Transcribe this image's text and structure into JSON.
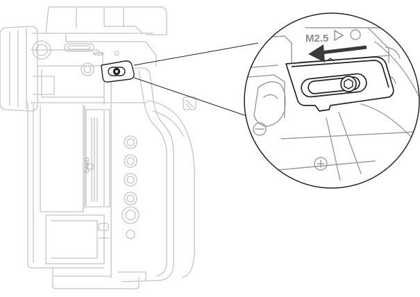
{
  "diagram": {
    "callout_label": "M2.5",
    "body_label": "M2.5",
    "card_label": "CARD",
    "colors": {
      "outline_faint": "#c4c4c4",
      "outline_mid": "#9a9a9a",
      "outline_dark": "#222222",
      "arrow": "#3a3a3a",
      "background": "#ffffff"
    }
  }
}
